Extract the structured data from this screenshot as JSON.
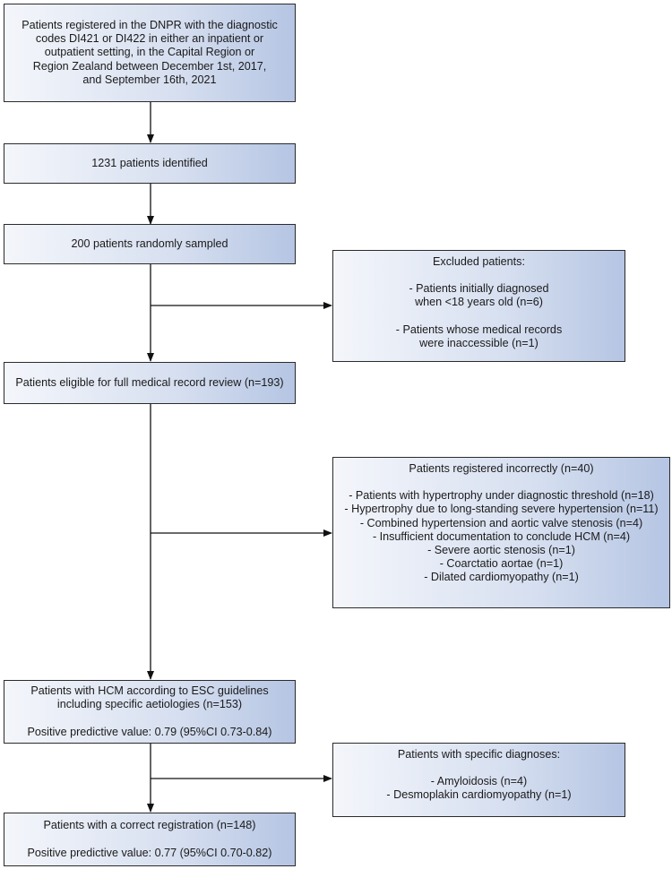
{
  "flowchart": {
    "source": {
      "lines": [
        "Patients registered in the DNPR with the diagnostic",
        "codes DI421 or DI422 in either an inpatient or",
        "outpatient setting, in the Capital Region or",
        "Region Zealand between December 1st, 2017,",
        "and September 16th, 2021"
      ]
    },
    "identified": {
      "text": "1231 patients identified"
    },
    "sampled": {
      "text": "200 patients randomly sampled"
    },
    "excluded": {
      "title": "Excluded patients:",
      "items": [
        "- Patients initially diagnosed",
        "when <18 years old (n=6)",
        "- Patients whose medical records",
        "were inaccessible (n=1)"
      ]
    },
    "eligible": {
      "text": "Patients eligible for full medical record review (n=193)"
    },
    "incorrect": {
      "title": "Patients registered incorrectly (n=40)",
      "items": [
        "- Patients with hypertrophy under diagnostic threshold (n=18)",
        "- Hypertrophy due to long-standing severe hypertension (n=11)",
        "- Combined hypertension and aortic valve stenosis (n=4)",
        "- Insufficient documentation to conclude HCM (n=4)",
        "- Severe aortic stenosis (n=1)",
        "- Coarctatio aortae (n=1)",
        "- Dilated cardiomyopathy (n=1)"
      ]
    },
    "hcm": {
      "lines": [
        "Patients with HCM according to ESC guidelines",
        "including specific aetiologies (n=153)"
      ],
      "ppv": "Positive predictive value: 0.79 (95%CI 0.73-0.84)"
    },
    "specific": {
      "title": "Patients with specific diagnoses:",
      "items": [
        "- Amyloidosis (n=4)",
        "- Desmoplakin cardiomyopathy  (n=1)"
      ]
    },
    "correct": {
      "title": "Patients with a correct registration (n=148)",
      "ppv": "Positive predictive value: 0.77 (95%CI 0.70-0.82)"
    }
  }
}
